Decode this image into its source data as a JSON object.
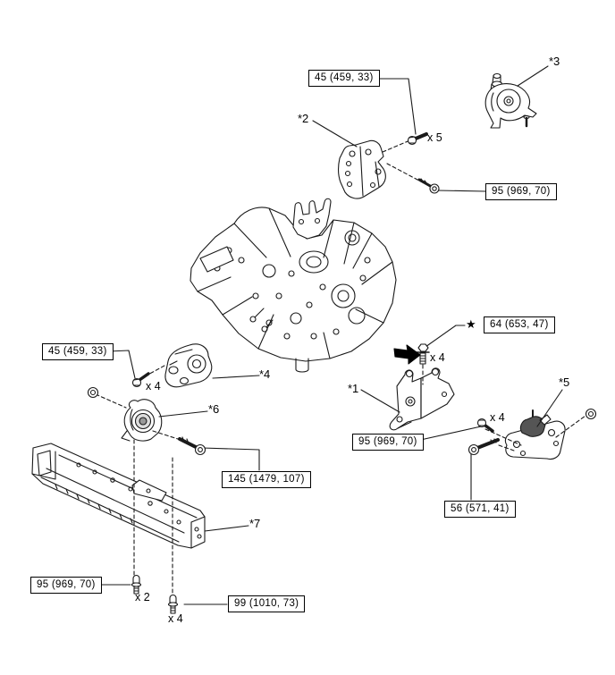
{
  "diagram": {
    "kind": "exploded-view-parts-diagram",
    "subject": "engine-and-transmission-mountings",
    "star_symbol": "★",
    "torque_labels": [
      {
        "name": "torque-45-upper",
        "text": "45 (459, 33)"
      },
      {
        "name": "torque-95-upper",
        "text": "95 (969, 70)"
      },
      {
        "name": "torque-64",
        "text": "64 (653, 47)"
      },
      {
        "name": "torque-45-left",
        "text": "45 (459, 33)"
      },
      {
        "name": "torque-95-middle",
        "text": "95 (969, 70)"
      },
      {
        "name": "torque-56",
        "text": "56 (571, 41)"
      },
      {
        "name": "torque-145",
        "text": "145 (1479, 107)"
      },
      {
        "name": "torque-95-lower",
        "text": "95 (969, 70)"
      },
      {
        "name": "torque-99",
        "text": "99 (1010, 73)"
      }
    ],
    "part_callouts": [
      {
        "name": "part-1",
        "text": "*1"
      },
      {
        "name": "part-2",
        "text": "*2"
      },
      {
        "name": "part-3",
        "text": "*3"
      },
      {
        "name": "part-4",
        "text": "*4"
      },
      {
        "name": "part-5",
        "text": "*5"
      },
      {
        "name": "part-6",
        "text": "*6"
      },
      {
        "name": "part-7",
        "text": "*7"
      }
    ],
    "quantity_labels": [
      {
        "name": "qty-x5-upper-bolt",
        "text": "x 5"
      },
      {
        "name": "qty-x4-bolt-64",
        "text": "x 4"
      },
      {
        "name": "qty-x4-bolt-95-mid",
        "text": "x 4"
      },
      {
        "name": "qty-x4-bolt-45-left",
        "text": "x 4"
      },
      {
        "name": "qty-x2-bolt-95-low",
        "text": "x 2"
      },
      {
        "name": "qty-x4-bolt-99-low",
        "text": "x 4"
      }
    ]
  }
}
